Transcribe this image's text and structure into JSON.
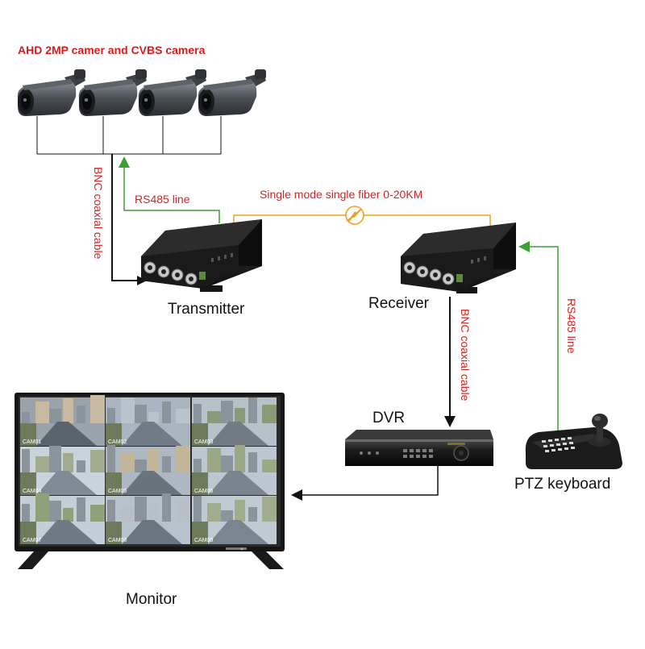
{
  "title": "AHD 2MP camer and CVBS camera",
  "labels": {
    "transmitter": "Transmitter",
    "receiver": "Receiver",
    "dvr": "DVR",
    "ptz_keyboard": "PTZ keyboard",
    "monitor": "Monitor"
  },
  "cables": {
    "bnc_left": "BNC coaxial cable",
    "rs485_left": "RS485 line",
    "fiber": "Single mode single fiber 0-20KM",
    "bnc_right": "BNC coaxial cable",
    "rs485_right": "RS485 line"
  },
  "monitor_tiles": [
    "CAM01",
    "CAM02",
    "CAM03",
    "CAM04",
    "CAM05",
    "CAM06",
    "CAM07",
    "CAM08",
    "CAM09"
  ],
  "colors": {
    "fiber": "#f0a020",
    "rs485": "#3aa035",
    "bnc": "#111111",
    "label_red": "#d42323"
  }
}
